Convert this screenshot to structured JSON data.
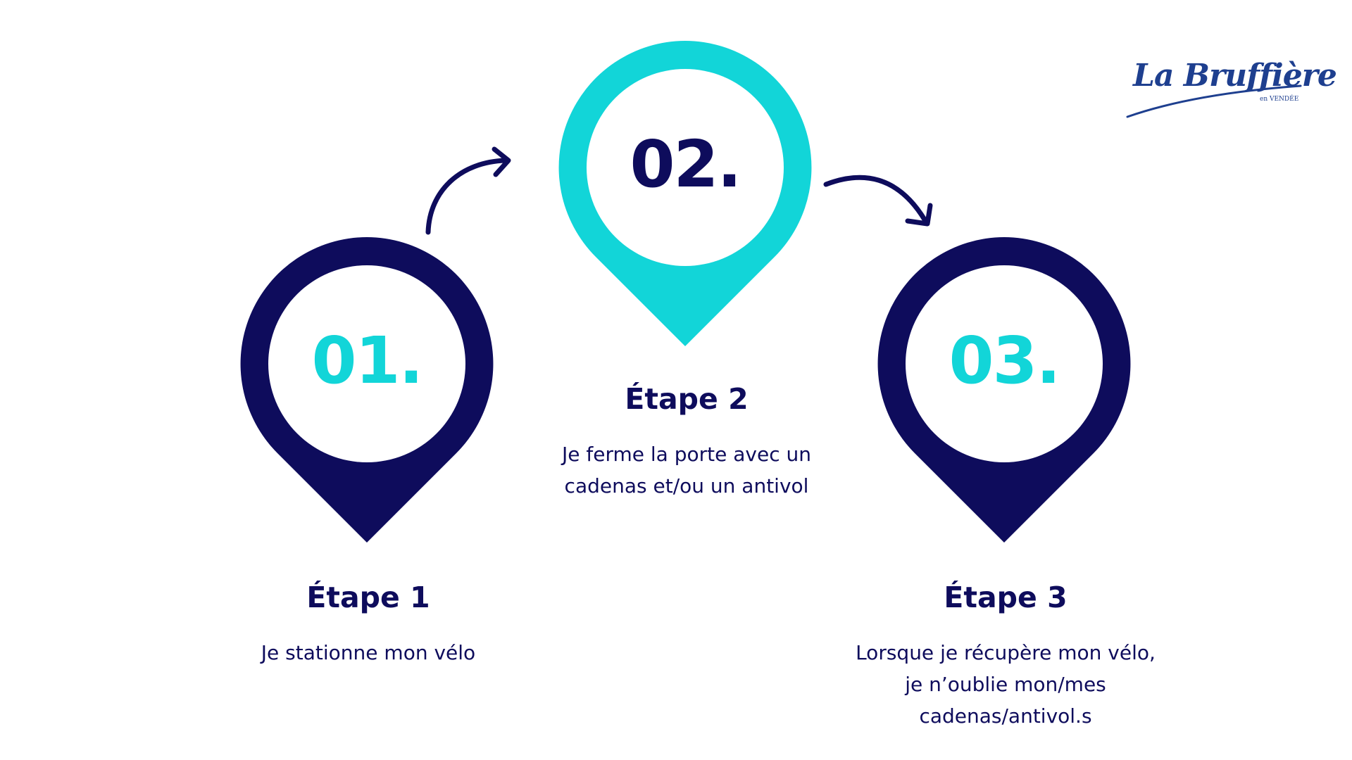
{
  "colors": {
    "navy": "#0e0c5c",
    "cyan": "#12d5d8",
    "logo_blue": "#1e3f8f"
  },
  "logo": {
    "title": "La Bruffière",
    "subtitle": "en VENDÉE"
  },
  "steps": [
    {
      "number": "01.",
      "title": "Étape 1",
      "description_lines": [
        "Je stationne mon vélo"
      ]
    },
    {
      "number": "02.",
      "title": "Étape 2",
      "description_lines": [
        "Je ferme la porte avec un",
        "cadenas et/ou un antivol"
      ]
    },
    {
      "number": "03.",
      "title": "Étape 3",
      "description_lines": [
        "Lorsque je récupère mon vélo,",
        "je n’oublie mon/mes",
        "cadenas/antivol.s"
      ]
    }
  ]
}
